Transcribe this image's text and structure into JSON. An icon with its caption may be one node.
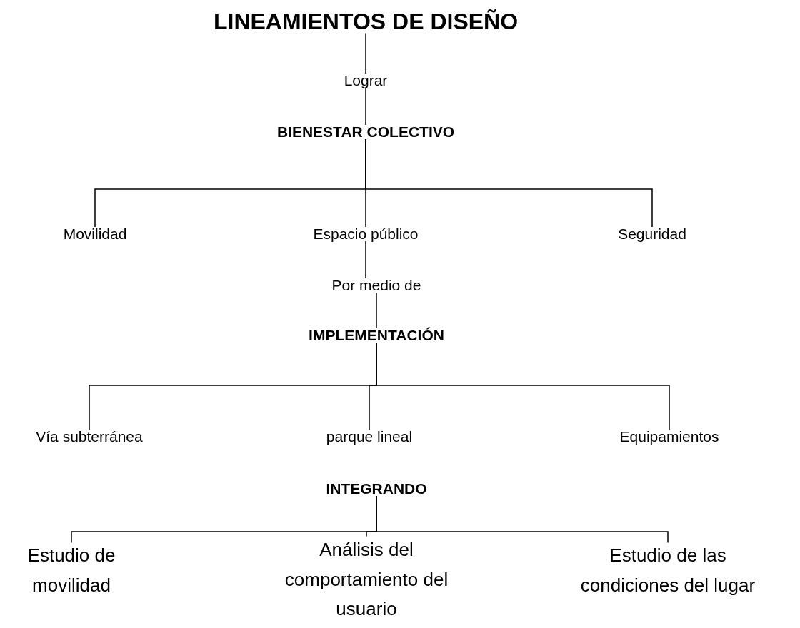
{
  "diagram": {
    "nodes": [
      {
        "text": [
          "LINEAMIENTOS DE DISEÑO"
        ]
      },
      {
        "text": [
          "Lograr"
        ]
      },
      {
        "text": [
          "BIENESTAR COLECTIVO"
        ]
      },
      {
        "text": [
          "Movilidad"
        ]
      },
      {
        "text": [
          "Espacio público"
        ]
      },
      {
        "text": [
          "Seguridad"
        ]
      },
      {
        "text": [
          "Por medio de"
        ]
      },
      {
        "text": [
          "IMPLEMENTACIÓN"
        ]
      },
      {
        "text": [
          "Vía subterránea"
        ]
      },
      {
        "text": [
          "parque lineal"
        ]
      },
      {
        "text": [
          "Equipamientos"
        ]
      },
      {
        "text": [
          "INTEGRANDO"
        ]
      },
      {
        "text": [
          "Estudio de movilidad"
        ]
      },
      {
        "text": [
          "Análisis del comportamiento del usuario"
        ]
      },
      {
        "text": [
          "Estudio de las condiciones del lugar"
        ]
      }
    ],
    "edges": [
      {
        "from": 0,
        "to": 1,
        "arrow": "none"
      },
      {
        "from": 1,
        "to": 2,
        "arrow": "none"
      },
      {
        "from": 2,
        "to": 3,
        "arrow": "none"
      },
      {
        "from": 2,
        "to": 4,
        "arrow": "none"
      },
      {
        "from": 2,
        "to": 5,
        "arrow": "none"
      },
      {
        "from": 4,
        "to": 6,
        "arrow": "none"
      },
      {
        "from": 6,
        "to": 7,
        "arrow": "none"
      },
      {
        "from": 7,
        "to": 8,
        "arrow": "none"
      },
      {
        "from": 7,
        "to": 9,
        "arrow": "none"
      },
      {
        "from": 7,
        "to": 10,
        "arrow": "none"
      },
      {
        "from": 11,
        "to": 12,
        "arrow": "none"
      },
      {
        "from": 11,
        "to": 13,
        "arrow": "none"
      },
      {
        "from": 11,
        "to": 14,
        "arrow": "none"
      }
    ]
  }
}
